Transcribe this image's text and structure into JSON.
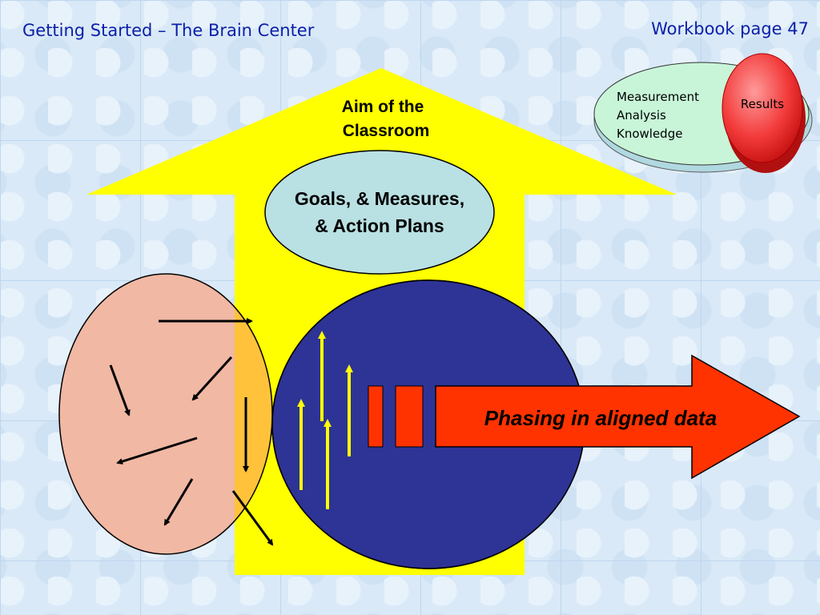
{
  "header": {
    "title": "Getting Started – The Brain Center",
    "page_ref": "Workbook page 47"
  },
  "diagram": {
    "aim_line1": "Aim of the",
    "aim_line2": "Classroom",
    "goals_line1": "Goals, & Measures,",
    "goals_line2": "& Action Plans",
    "phasing_label": "Phasing in aligned data",
    "mak_line1": "Measurement",
    "mak_line2": "Analysis",
    "mak_line3": "Knowledge",
    "results_label": "Results"
  },
  "colors": {
    "title_text": "#0b1fa8",
    "big_arrow": "#ffff00",
    "goals_oval": "#b9e0e2",
    "left_circle": "#f1b8a4",
    "right_circle": "#2e3396",
    "overlap": "#8e5a7a",
    "phasing_arrow": "#ff3300",
    "mak_disc": "#c8f5d8",
    "results_disc": "#ef3a3a",
    "small_arrows": "#000000",
    "up_arrows": "#ffff00"
  }
}
